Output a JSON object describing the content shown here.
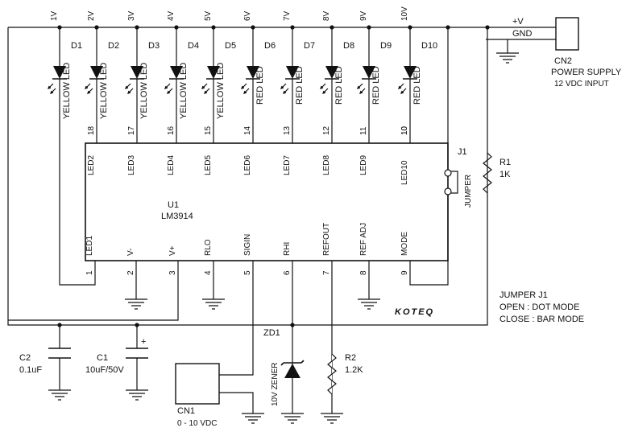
{
  "ic": {
    "ref": "U1",
    "part": "LM3914"
  },
  "voltage_taps": [
    "1V",
    "2V",
    "3V",
    "4V",
    "5V",
    "6V",
    "7V",
    "8V",
    "9V",
    "10V"
  ],
  "leds": [
    {
      "ref": "D1",
      "type": "YELLOW LED",
      "pin": "18",
      "pin_label": "LED2"
    },
    {
      "ref": "D2",
      "type": "YELLOW LED",
      "pin": "17",
      "pin_label": "LED3"
    },
    {
      "ref": "D3",
      "type": "YELLOW LED",
      "pin": "16",
      "pin_label": "LED4"
    },
    {
      "ref": "D4",
      "type": "YELLOW LED",
      "pin": "15",
      "pin_label": "LED5"
    },
    {
      "ref": "D5",
      "type": "YELLOW LED",
      "pin": "14",
      "pin_label": "LED6"
    },
    {
      "ref": "D6",
      "type": "RED LED",
      "pin": "13",
      "pin_label": "LED7"
    },
    {
      "ref": "D7",
      "type": "RED LED",
      "pin": "12",
      "pin_label": "LED8"
    },
    {
      "ref": "D8",
      "type": "RED LED",
      "pin": "11",
      "pin_label": "LED9"
    },
    {
      "ref": "D9",
      "type": "RED LED",
      "pin": "10",
      "pin_label": "LED10"
    },
    {
      "ref": "D10",
      "type": "RED LED",
      "pin": "",
      "pin_label": ""
    }
  ],
  "bottom_pins": [
    {
      "num": "1",
      "label": "LED1"
    },
    {
      "num": "2",
      "label": "V-"
    },
    {
      "num": "3",
      "label": "V+"
    },
    {
      "num": "4",
      "label": "RLO"
    },
    {
      "num": "5",
      "label": "SIGIN"
    },
    {
      "num": "6",
      "label": "RHI"
    },
    {
      "num": "7",
      "label": "REFOUT"
    },
    {
      "num": "8",
      "label": "REF ADJ"
    },
    {
      "num": "9",
      "label": "MODE"
    }
  ],
  "power": {
    "plus": "+V",
    "gnd": "GND",
    "ref": "CN2",
    "name": "POWER SUPPLY",
    "desc": "12 VDC INPUT"
  },
  "jumper": {
    "ref": "J1",
    "name": "JUMPER"
  },
  "r1": {
    "ref": "R1",
    "value": "1K"
  },
  "r2": {
    "ref": "R2",
    "value": "1.2K"
  },
  "c1": {
    "ref": "C1",
    "value": "10uF/50V",
    "polarity": "+"
  },
  "c2": {
    "ref": "C2",
    "value": "0.1uF"
  },
  "zd1": {
    "ref": "ZD1",
    "value": "10V ZENER"
  },
  "cn1": {
    "ref": "CN1",
    "value": "0 - 10 VDC"
  },
  "logo": "KOTEQ",
  "notes": {
    "title": "JUMPER J1",
    "open": "OPEN : DOT MODE",
    "close": "CLOSE : BAR MODE"
  }
}
